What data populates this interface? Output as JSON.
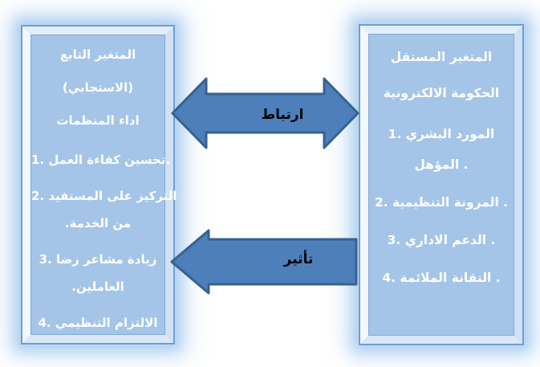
{
  "independent_box": {
    "title_lines": [
      "المتغير المستقل",
      "الحكومة الالكترونية"
    ],
    "items": [
      {
        "lines": [
          "1. المورد البشري",
          "المؤهل ."
        ]
      },
      {
        "lines": [
          "2. المرونة التنظيمية ."
        ]
      },
      {
        "lines": [
          "3. الدعم الاداري ."
        ]
      },
      {
        "lines": [
          "4. التقانة الملائمة ."
        ]
      }
    ]
  },
  "dependent_box": {
    "title_lines": [
      "المتغير التابع",
      "(الاستجابي)",
      "اداء المنظمات"
    ],
    "items": [
      {
        "lines": [
          "1. تحسين كفاءة العمل."
        ]
      },
      {
        "lines": [
          "2. التركيز على المستفيد",
          "من الخدمة."
        ]
      },
      {
        "lines": [
          "3. زيادة مشاعر رضا",
          "العاملين."
        ]
      },
      {
        "lines": [
          "4. الالتزام التنظيمي"
        ]
      }
    ]
  },
  "arrows": [
    {
      "label": "ارتباط",
      "direction": "double-headed"
    },
    {
      "label": "تأثير",
      "direction": "left"
    }
  ],
  "colors": {
    "arrow_fill": "#4d7fba",
    "arrow_border": "#38618f",
    "box_fill": "#a4c5e8",
    "box_border": "#6e9ed3",
    "box_glow": "#aecdf0",
    "box_text": "#ffffff",
    "arrow_label_text": "#000000"
  }
}
